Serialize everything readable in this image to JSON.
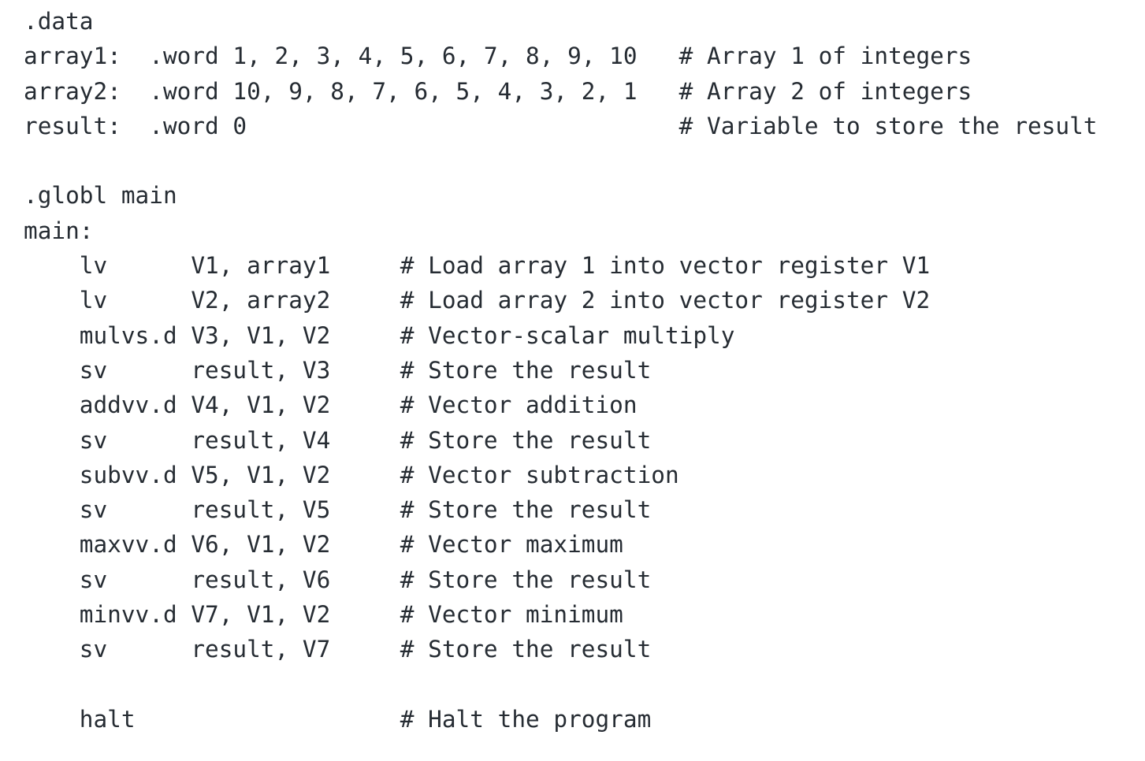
{
  "colors": {
    "background": "#ffffff",
    "text": "#262c33"
  },
  "code": {
    "language": "assembly",
    "lines": [
      ".data",
      "array1:  .word 1, 2, 3, 4, 5, 6, 7, 8, 9, 10   # Array 1 of integers",
      "array2:  .word 10, 9, 8, 7, 6, 5, 4, 3, 2, 1   # Array 2 of integers",
      "result:  .word 0                               # Variable to store the result",
      "",
      ".globl main",
      "main:",
      "    lv      V1, array1     # Load array 1 into vector register V1",
      "    lv      V2, array2     # Load array 2 into vector register V2",
      "    mulvs.d V3, V1, V2     # Vector-scalar multiply",
      "    sv      result, V3     # Store the result",
      "    addvv.d V4, V1, V2     # Vector addition",
      "    sv      result, V4     # Store the result",
      "    subvv.d V5, V1, V2     # Vector subtraction",
      "    sv      result, V5     # Store the result",
      "    maxvv.d V6, V1, V2     # Vector maximum",
      "    sv      result, V6     # Store the result",
      "    minvv.d V7, V1, V2     # Vector minimum",
      "    sv      result, V7     # Store the result",
      "",
      "    halt                   # Halt the program"
    ]
  }
}
